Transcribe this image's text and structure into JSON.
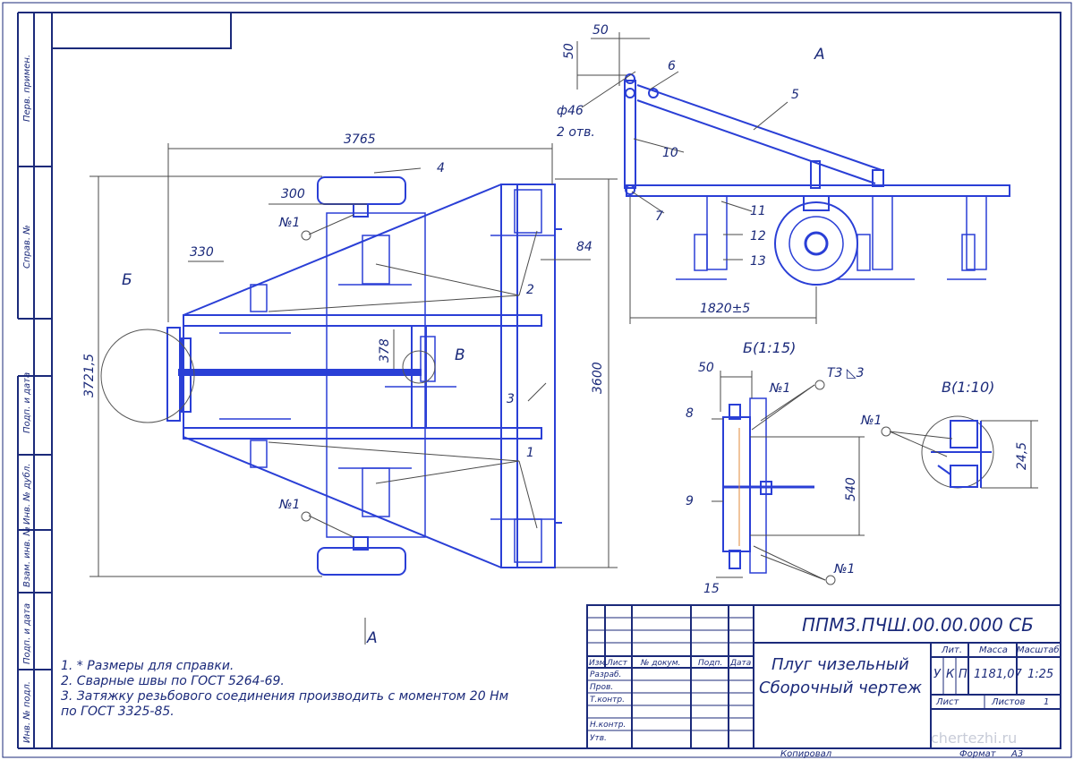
{
  "colors": {
    "frame": "#1b2a7a",
    "part": "#2a3fd6",
    "dim": "#4a4a4a",
    "bg": "#ffffff"
  },
  "dims": {
    "d3765": "3765",
    "d300": "300",
    "d330": "330",
    "d84": "84",
    "d378": "378",
    "d3600": "3600",
    "d3721": "3721,5",
    "d50a": "50",
    "d50b": "50",
    "d50c": "50",
    "d46": "ф46",
    "holes": "2 отв.",
    "d1820": "1820±5",
    "d540": "540",
    "d245": "24,5",
    "weld": "Т3 ◺3"
  },
  "views": {
    "a_top": "А",
    "a_bottom": "А",
    "b_label": "Б",
    "b_view": "Б(1:15)",
    "v_label": "В",
    "v_view": "В(1:10)"
  },
  "callouts": {
    "n1": "№1",
    "p1": "1",
    "p2": "2",
    "p3": "3",
    "p4": "4",
    "p5": "5",
    "p6": "6",
    "p7": "7",
    "p8": "8",
    "p9": "9",
    "p10": "10",
    "p11": "11",
    "p12": "12",
    "p13": "13",
    "p15": "15"
  },
  "notes": [
    "1. * Размеры для справки.",
    "2. Сварные швы по ГОСТ 5264-69.",
    "3. Затяжку резьбового соединения производить с моментом 20 Нм",
    "по ГОСТ 3325-85."
  ],
  "side_labels": [
    "Перв. примен.",
    "Справ. №",
    "Подп. и дата",
    "Инв. № дубл.",
    "Взам. инв. №",
    "Подп. и дата",
    "Инв. № подл."
  ],
  "title_block": {
    "designation": "ППМЗ.ПЧШ.00.00.000 СБ",
    "name_line1": "Плуг чизельный",
    "name_line2": "Сборочный чертеж",
    "col_izm": "Изм.",
    "col_list": "Лист",
    "col_doc": "№ докум.",
    "col_sign": "Подп.",
    "col_date": "Дата",
    "row_razrab": "Разраб.",
    "row_prov": "Пров.",
    "row_tkontr": "Т.контр.",
    "row_nkontr": "Н.контр.",
    "row_utv": "Утв.",
    "lit_header": "Лит.",
    "mass_header": "Масса",
    "scale_header": "Масштаб",
    "lit_u": "У",
    "lit_k": "К",
    "lit_p": "П",
    "mass": "1181,07",
    "scale": "1:25",
    "sheet_label": "Лист",
    "sheets_label": "Листов",
    "sheets": "1",
    "copied": "Копировал",
    "format_label": "Формат",
    "format": "А3"
  },
  "watermark": "chertezhi.ru"
}
